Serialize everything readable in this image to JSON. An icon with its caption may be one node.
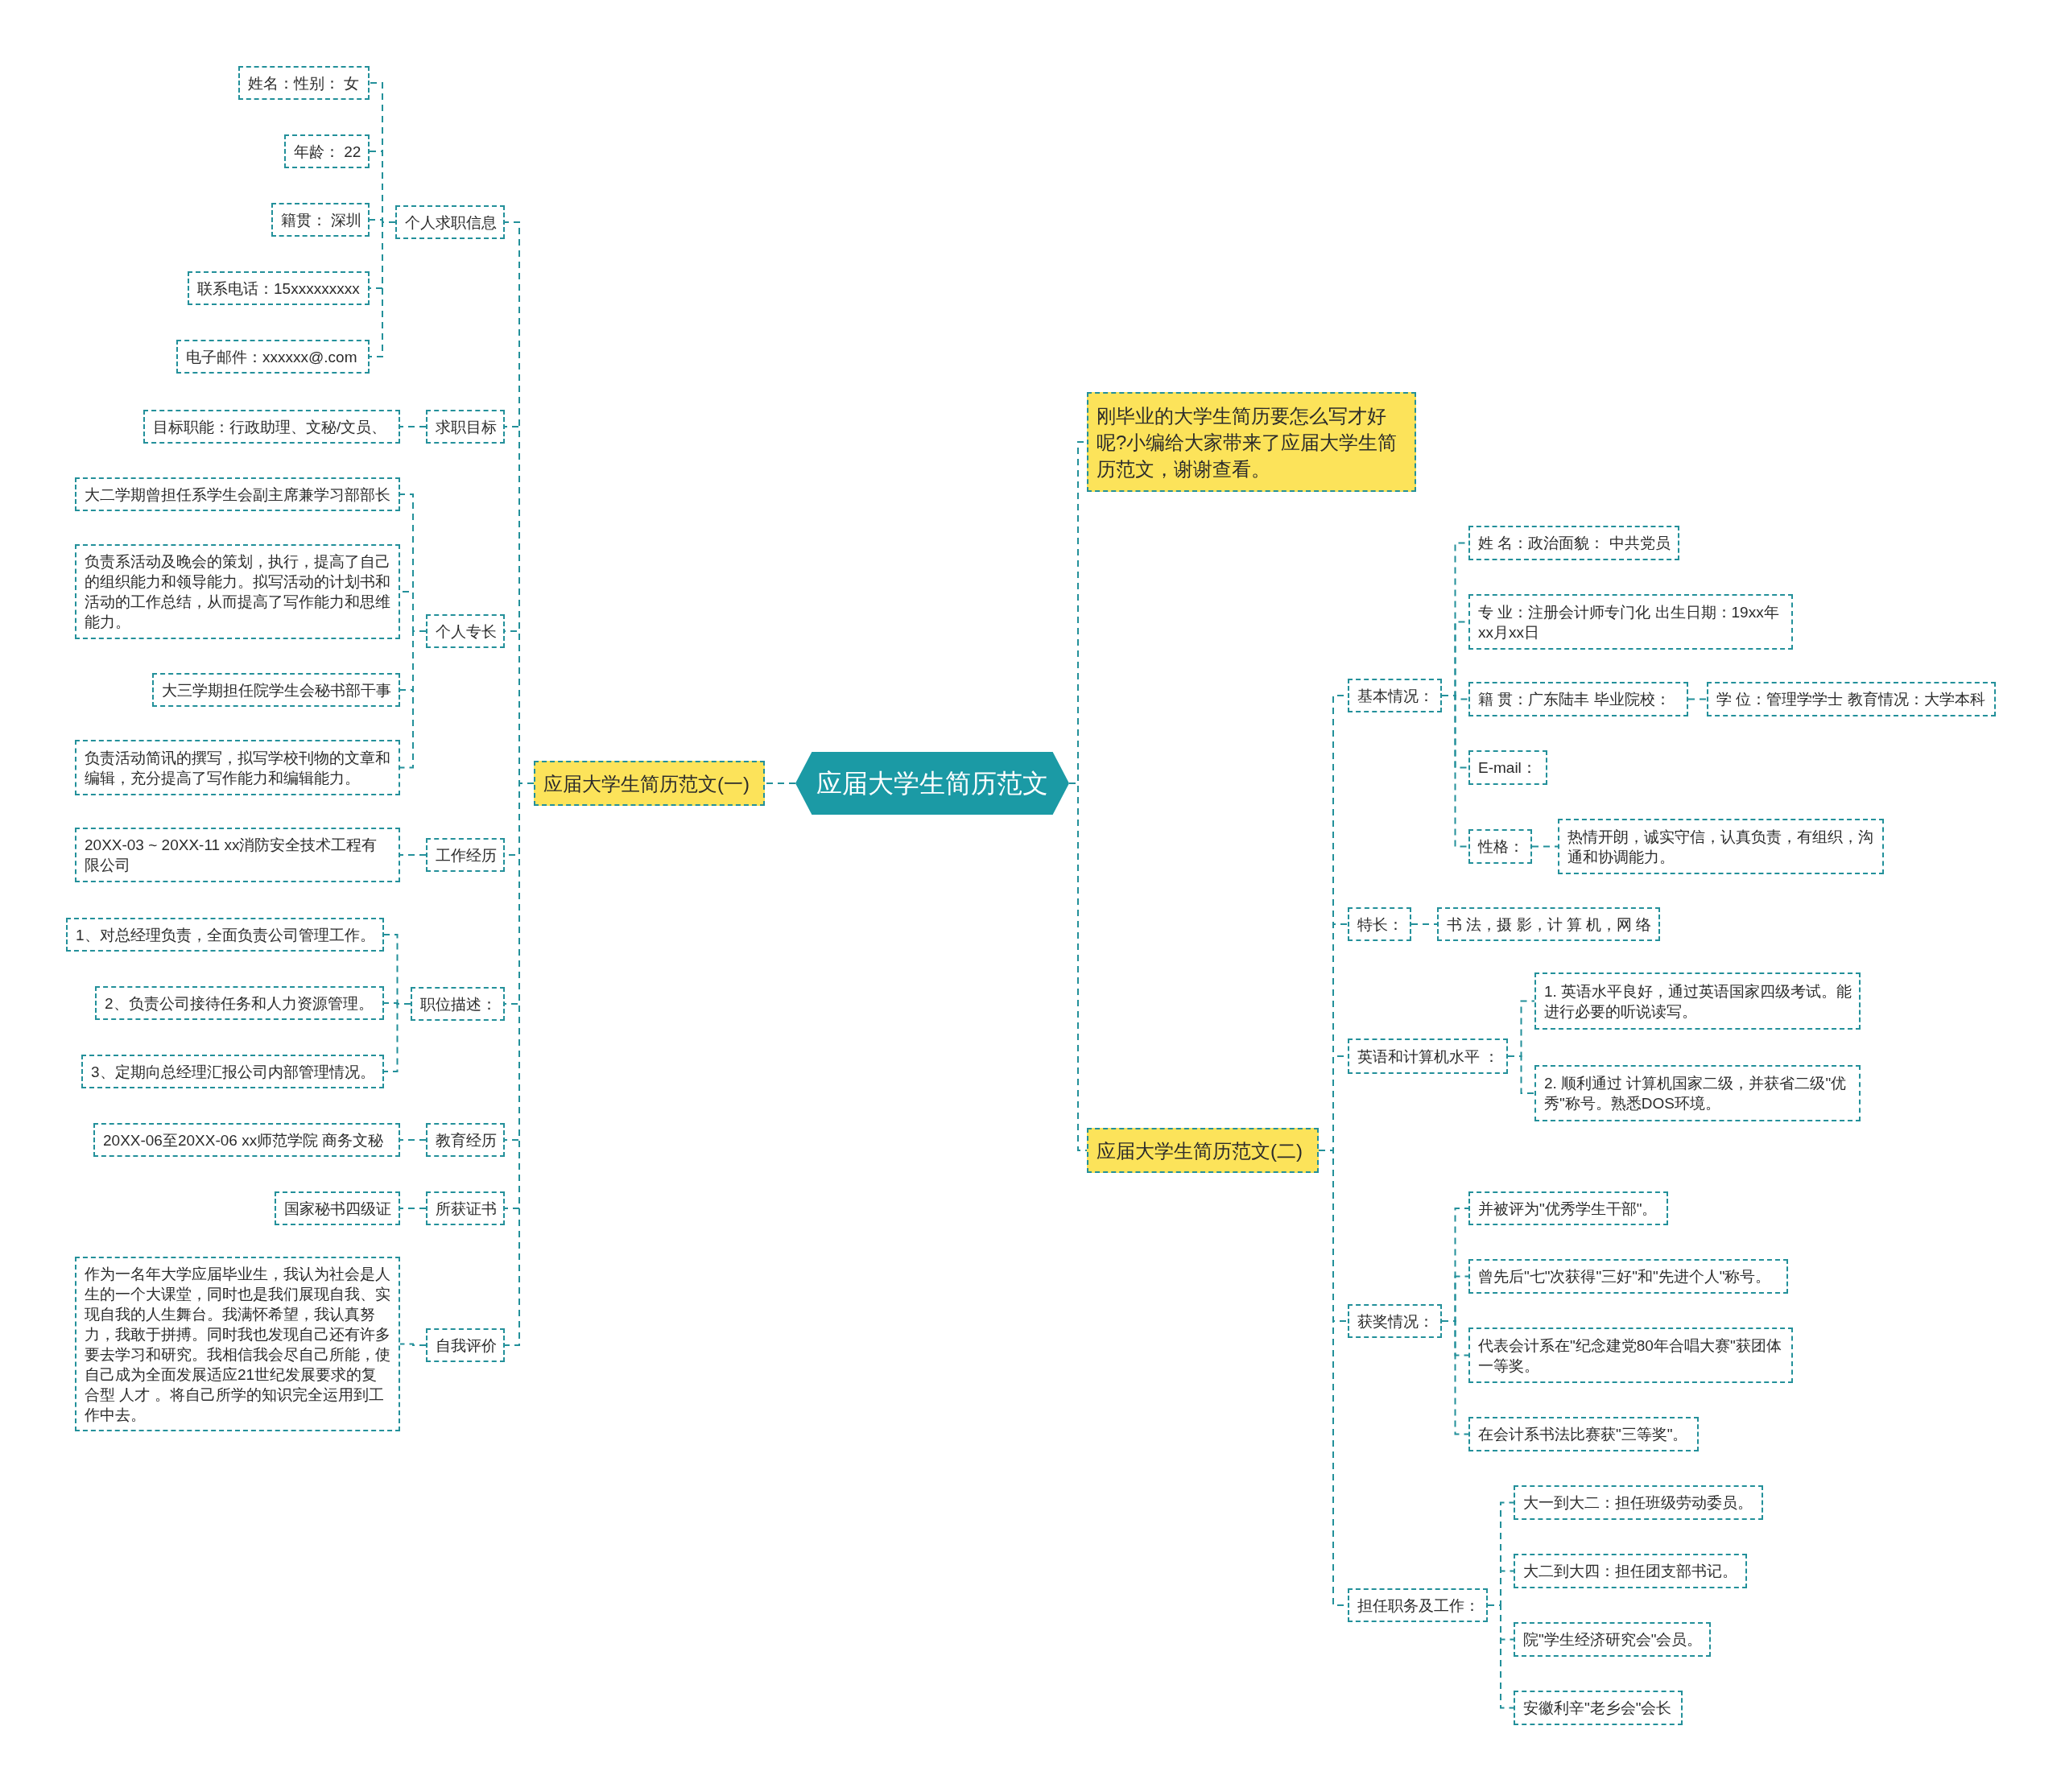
{
  "diagram": {
    "nodes": [
      {
        "text": [
          "应届大学生简历范文"
        ]
      },
      {
        "text": [
          "应届大学生简历范文(一)"
        ]
      },
      {
        "text": [
          "个人求职信息"
        ]
      },
      {
        "text": [
          "姓名：性别： 女"
        ]
      },
      {
        "text": [
          "年龄： 22"
        ]
      },
      {
        "text": [
          "籍贯： 深圳"
        ]
      },
      {
        "text": [
          "联系电话：15xxxxxxxxx"
        ]
      },
      {
        "text": [
          "电子邮件：xxxxxx@.com"
        ]
      },
      {
        "text": [
          "求职目标"
        ]
      },
      {
        "text": [
          "目标职能：行政助理、文秘/文员、"
        ]
      },
      {
        "text": [
          "个人专长"
        ]
      },
      {
        "text": [
          "大二学期曾担任系学生会副主席兼学习部部长"
        ]
      },
      {
        "text": [
          "负责系活动及晚会的策划，执行，提高了自己的组织能力和领导能力。拟写活动的计划书和活动的工作总结，从而提高了写作能力和思维能力。"
        ]
      },
      {
        "text": [
          "大三学期担任院学生会秘书部干事"
        ]
      },
      {
        "text": [
          "负责活动简讯的撰写，拟写学校刊物的文章和编辑，充分提高了写作能力和编辑能力。"
        ]
      },
      {
        "text": [
          "工作经历"
        ]
      },
      {
        "text": [
          "20XX-03 ~ 20XX-11 xx消防安全技术工程有限公司"
        ]
      },
      {
        "text": [
          "职位描述："
        ]
      },
      {
        "text": [
          "1、对总经理负责，全面负责公司管理工作。"
        ]
      },
      {
        "text": [
          "2、负责公司接待任务和人力资源管理。"
        ]
      },
      {
        "text": [
          "3、定期向总经理汇报公司内部管理情况。"
        ]
      },
      {
        "text": [
          "教育经历"
        ]
      },
      {
        "text": [
          "20XX-06至20XX-06 xx师范学院 商务文秘"
        ]
      },
      {
        "text": [
          "所获证书"
        ]
      },
      {
        "text": [
          "国家秘书四级证"
        ]
      },
      {
        "text": [
          "自我评价"
        ]
      },
      {
        "text": [
          "作为一名年大学应届毕业生，我认为社会是人生的一个大课堂，同时也是我们展现自我、实现自我的人生舞台。我满怀希望，我认真努力，我敢于拼搏。同时我也发现自己还有许多要去学习和研究。我相信我会尽自己所能，使自己成为全面发展适应21世纪发展要求的复合型 人才 。将自己所学的知识完全运用到工作中去。"
        ]
      },
      {
        "text": [
          "刚毕业的大学生简历要怎么写才好呢?小编给大家带来了应届大学生简历范文，谢谢查看。"
        ]
      },
      {
        "text": [
          "应届大学生简历范文(二)"
        ]
      },
      {
        "text": [
          "基本情况："
        ]
      },
      {
        "text": [
          "姓 名：政治面貌： 中共党员"
        ]
      },
      {
        "text": [
          "专 业：注册会计师专门化 出生日期：19xx年xx月xx日"
        ]
      },
      {
        "text": [
          "籍 贯：广东陆丰 毕业院校："
        ]
      },
      {
        "text": [
          "学 位：管理学学士 教育情况：大学本科"
        ]
      },
      {
        "text": [
          "E-mail："
        ]
      },
      {
        "text": [
          "性格："
        ]
      },
      {
        "text": [
          "热情开朗，诚实守信，认真负责，有组织，沟通和协调能力。"
        ]
      },
      {
        "text": [
          "特长："
        ]
      },
      {
        "text": [
          "书 法，摄 影，计 算 机，网 络"
        ]
      },
      {
        "text": [
          "英语和计算机水平 ："
        ]
      },
      {
        "text": [
          "1. 英语水平良好，通过英语国家四级考试。能进行必要的听说读写。"
        ]
      },
      {
        "text": [
          "2. 顺利通过 计算机国家二级，并获省二级\"优秀\"称号。熟悉DOS环境。"
        ]
      },
      {
        "text": [
          "获奖情况："
        ]
      },
      {
        "text": [
          "并被评为\"优秀学生干部\"。"
        ]
      },
      {
        "text": [
          "曾先后\"七\"次获得\"三好\"和\"先进个人\"称号。"
        ]
      },
      {
        "text": [
          "代表会计系在\"纪念建党80年合唱大赛\"获团体一等奖。"
        ]
      },
      {
        "text": [
          "在会计系书法比赛获\"三等奖\"。"
        ]
      },
      {
        "text": [
          "担任职务及工作："
        ]
      },
      {
        "text": [
          "大一到大二：担任班级劳动委员。"
        ]
      },
      {
        "text": [
          "大二到大四：担任团支部书记。"
        ]
      },
      {
        "text": [
          "院\"学生经济研究会\"会员。"
        ]
      },
      {
        "text": [
          "安徽利辛\"老乡会\"会长"
        ]
      }
    ],
    "edges": [
      {
        "from": 0,
        "to": 1,
        "arrow": "none"
      },
      {
        "from": 1,
        "to": 2,
        "arrow": "none"
      },
      {
        "from": 2,
        "to": 3,
        "arrow": "none"
      },
      {
        "from": 2,
        "to": 4,
        "arrow": "none"
      },
      {
        "from": 2,
        "to": 5,
        "arrow": "none"
      },
      {
        "from": 2,
        "to": 6,
        "arrow": "none"
      },
      {
        "from": 2,
        "to": 7,
        "arrow": "none"
      },
      {
        "from": 1,
        "to": 8,
        "arrow": "none"
      },
      {
        "from": 8,
        "to": 9,
        "arrow": "none"
      },
      {
        "from": 1,
        "to": 10,
        "arrow": "none"
      },
      {
        "from": 10,
        "to": 11,
        "arrow": "none"
      },
      {
        "from": 10,
        "to": 12,
        "arrow": "none"
      },
      {
        "from": 10,
        "to": 13,
        "arrow": "none"
      },
      {
        "from": 10,
        "to": 14,
        "arrow": "none"
      },
      {
        "from": 1,
        "to": 15,
        "arrow": "none"
      },
      {
        "from": 15,
        "to": 16,
        "arrow": "none"
      },
      {
        "from": 1,
        "to": 17,
        "arrow": "none"
      },
      {
        "from": 17,
        "to": 18,
        "arrow": "none"
      },
      {
        "from": 17,
        "to": 19,
        "arrow": "none"
      },
      {
        "from": 17,
        "to": 20,
        "arrow": "none"
      },
      {
        "from": 1,
        "to": 21,
        "arrow": "none"
      },
      {
        "from": 21,
        "to": 22,
        "arrow": "none"
      },
      {
        "from": 1,
        "to": 23,
        "arrow": "none"
      },
      {
        "from": 23,
        "to": 24,
        "arrow": "none"
      },
      {
        "from": 1,
        "to": 25,
        "arrow": "none"
      },
      {
        "from": 25,
        "to": 26,
        "arrow": "none"
      },
      {
        "from": 0,
        "to": 27,
        "arrow": "none"
      },
      {
        "from": 0,
        "to": 28,
        "arrow": "none"
      },
      {
        "from": 28,
        "to": 29,
        "arrow": "none"
      },
      {
        "from": 29,
        "to": 30,
        "arrow": "none"
      },
      {
        "from": 29,
        "to": 31,
        "arrow": "none"
      },
      {
        "from": 29,
        "to": 32,
        "arrow": "none"
      },
      {
        "from": 32,
        "to": 33,
        "arrow": "none"
      },
      {
        "from": 29,
        "to": 34,
        "arrow": "none"
      },
      {
        "from": 29,
        "to": 35,
        "arrow": "none"
      },
      {
        "from": 35,
        "to": 36,
        "arrow": "none"
      },
      {
        "from": 28,
        "to": 37,
        "arrow": "none"
      },
      {
        "from": 37,
        "to": 38,
        "arrow": "none"
      },
      {
        "from": 28,
        "to": 39,
        "arrow": "none"
      },
      {
        "from": 39,
        "to": 40,
        "arrow": "none"
      },
      {
        "from": 39,
        "to": 41,
        "arrow": "none"
      },
      {
        "from": 28,
        "to": 42,
        "arrow": "none"
      },
      {
        "from": 42,
        "to": 43,
        "arrow": "none"
      },
      {
        "from": 42,
        "to": 44,
        "arrow": "none"
      },
      {
        "from": 42,
        "to": 45,
        "arrow": "none"
      },
      {
        "from": 42,
        "to": 46,
        "arrow": "none"
      },
      {
        "from": 28,
        "to": 47,
        "arrow": "none"
      },
      {
        "from": 47,
        "to": 48,
        "arrow": "none"
      },
      {
        "from": 47,
        "to": 49,
        "arrow": "none"
      },
      {
        "from": 47,
        "to": 50,
        "arrow": "none"
      },
      {
        "from": 47,
        "to": 51,
        "arrow": "none"
      }
    ]
  }
}
